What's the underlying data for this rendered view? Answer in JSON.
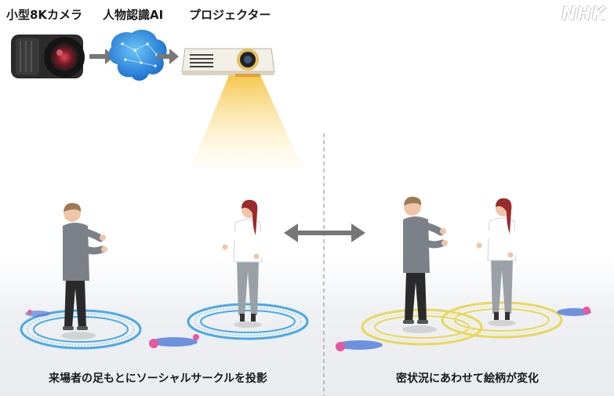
{
  "labels": {
    "camera": "小型8Kカメラ",
    "ai": "人物認識AI",
    "projector": "プロジェクター",
    "left_caption": "来場者の足もとにソーシャルサークルを投影",
    "right_caption": "密状況にあわせて絵柄が変化"
  },
  "logo": "NHK",
  "colors": {
    "blue_circle": "#4aa9e6",
    "yellow_circle": "#e8d85a",
    "beam": "#f7cf5c",
    "arrow": "#777777",
    "divider": "#999999"
  }
}
